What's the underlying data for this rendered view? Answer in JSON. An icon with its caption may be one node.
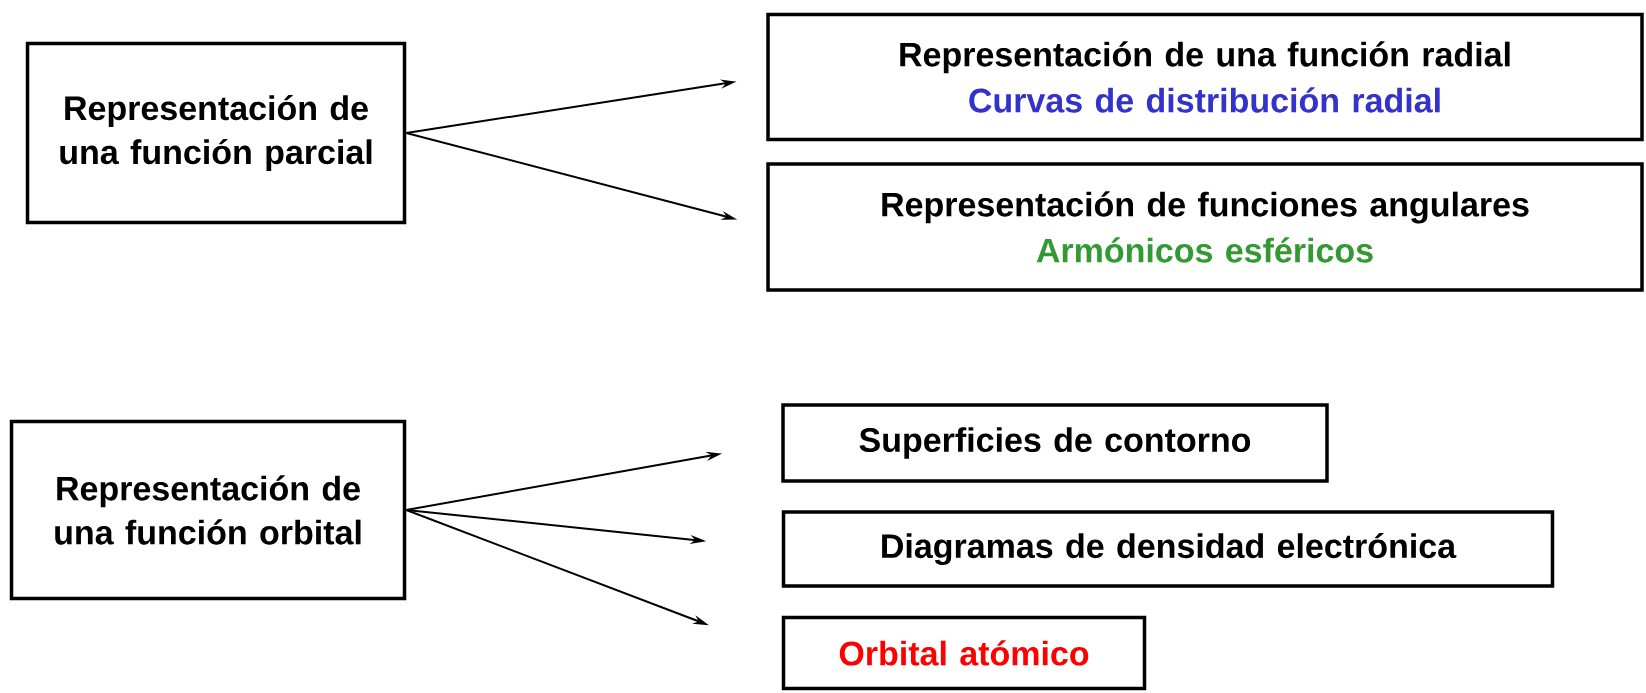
{
  "diagram": {
    "nodes": [
      {
        "text": [
          "Representación de una función parcial"
        ]
      },
      {
        "text": [
          "Representación de una función radial",
          "Curvas de distribución radial"
        ]
      },
      {
        "text": [
          "Representación de funciones angulares",
          "Armónicos esféricos"
        ]
      },
      {
        "text": [
          "Representación de una función orbital"
        ]
      },
      {
        "text": [
          "Superficies de contorno"
        ]
      },
      {
        "text": [
          "Diagramas de densidad electrónica"
        ]
      },
      {
        "text": [
          "Orbital atómico"
        ]
      }
    ],
    "edges": [
      {
        "from": 0,
        "to": 1,
        "arrow": "to"
      },
      {
        "from": 0,
        "to": 2,
        "arrow": "to"
      },
      {
        "from": 3,
        "to": 4,
        "arrow": "to"
      },
      {
        "from": 3,
        "to": 5,
        "arrow": "to"
      },
      {
        "from": 3,
        "to": 6,
        "arrow": "to"
      }
    ]
  }
}
